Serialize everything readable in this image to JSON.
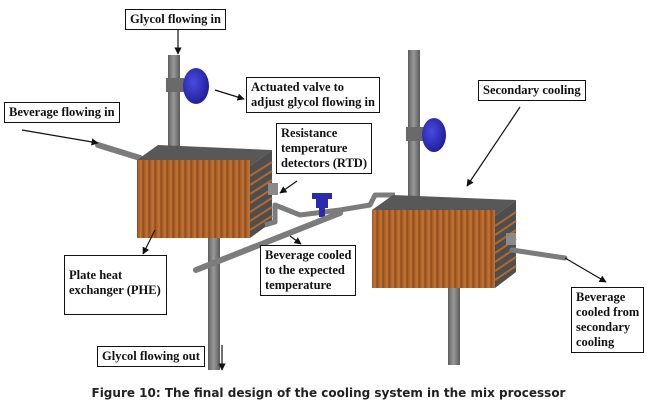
{
  "figure": {
    "caption": "Figure 10: The final design of the cooling system in the mix processor",
    "colors": {
      "pipe": "#8a8a8a",
      "pipe_dark": "#5e5e5e",
      "heat_exchanger_copper": "#b8682e",
      "heat_exchanger_top": "#5a5a5a",
      "valve_blue": "#2a2ab8",
      "label_border": "#111111"
    }
  },
  "labels": {
    "glycol_in": [
      "Glycol flowing in"
    ],
    "actuated_valve": [
      "Actuated valve to",
      "adjust glycol flowing in"
    ],
    "beverage_in": [
      "Beverage flowing in"
    ],
    "rtd": [
      "Resistance",
      "temperature",
      "detectors (RTD)"
    ],
    "secondary_cooling": [
      "Secondary cooling"
    ],
    "phe": [
      "Plate heat",
      "exchanger (PHE)"
    ],
    "beverage_cooled_expected": [
      "Beverage cooled",
      "to the expected",
      "temperature"
    ],
    "beverage_cooled_secondary": [
      "Beverage",
      "cooled from",
      "secondary",
      "cooling"
    ],
    "glycol_out": [
      "Glycol flowing out"
    ]
  }
}
